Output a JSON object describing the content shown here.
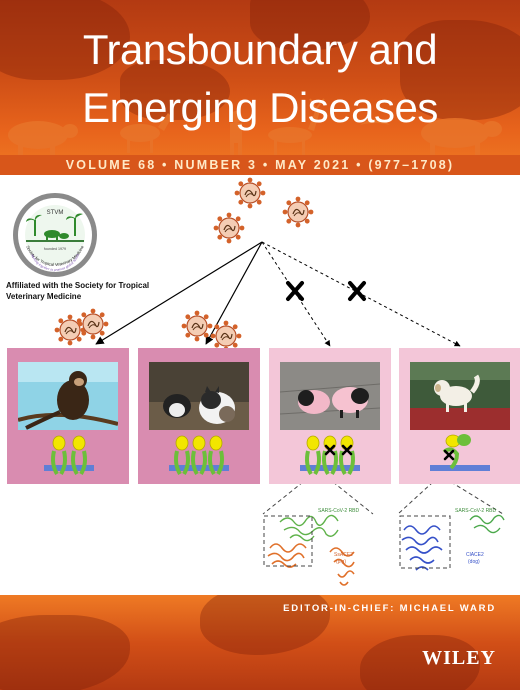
{
  "journal": {
    "title_line1": "Transboundary and",
    "title_line2": "Emerging Diseases",
    "issue_info": "VOLUME 68 • NUMBER 3 • MAY 2021 • (977–1708)",
    "affiliation": "Affiliated with the Society for Tropical Veterinary Medicine",
    "editor": "EDITOR-IN-CHIEF: MICHAEL WARD",
    "publisher": "WILEY"
  },
  "society_logo": {
    "acronym": "STVM",
    "ring_text": "Society for Tropical Veterinary Medicine",
    "founded": "founded 1979",
    "motto": "Working together to promote global health"
  },
  "figure": {
    "panels": [
      {
        "animal": "monkey",
        "receptor_count": 2,
        "blocked": false
      },
      {
        "animal": "cat",
        "receptor_count": 3,
        "blocked": false
      },
      {
        "animal": "pig",
        "receptor_count": 3,
        "blocked": true
      },
      {
        "animal": "dog",
        "receptor_count": 1,
        "blocked": true
      }
    ],
    "structure_labels": {
      "left_top": "SARS-CoV-2 RBD",
      "left_bottom_1": "SsACE2",
      "left_bottom_2": "(pig)",
      "right_top": "SARS-CoV-2 RBD",
      "right_bottom_1": "ClACE2",
      "right_bottom_2": "(dog)"
    }
  },
  "colors": {
    "header_red": "#b33a12",
    "header_orange": "#ef7a24",
    "panel_pink_dark": "#d98cb0",
    "panel_pink_light": "#f3c6d8",
    "receptor_yellow": "#f2e600",
    "receptor_green": "#6cbf3a",
    "membrane_blue": "#5f7fd6"
  }
}
